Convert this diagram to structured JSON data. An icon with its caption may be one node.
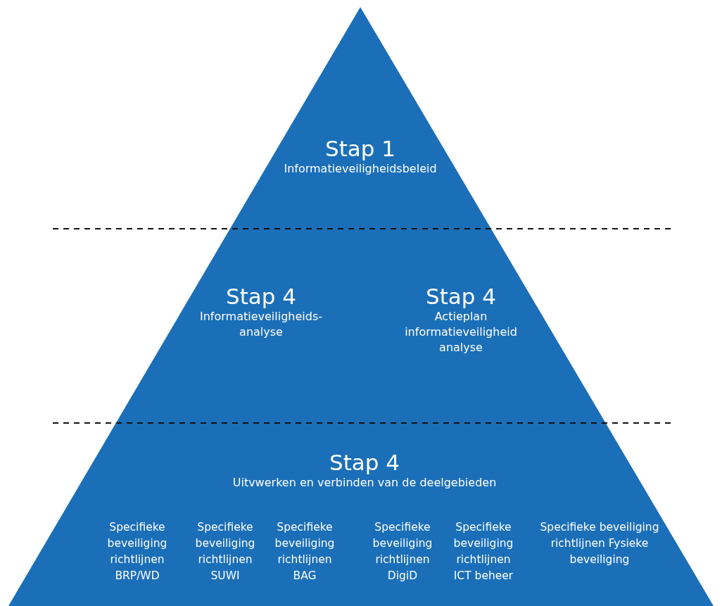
{
  "diagram": {
    "nodes": [
      {
        "text": [],
        "shape": "triangle"
      },
      {
        "text": [
          "Stap 1",
          "Informatieveiligheidsbeleid"
        ],
        "in": 0
      },
      {
        "text": [
          "Stap 4",
          "Informatieveiligheids- analyse"
        ],
        "in": 0
      },
      {
        "text": [
          "Stap 4",
          "Actieplan informatieveiligheid analyse"
        ],
        "in": 0
      },
      {
        "text": [
          "Stap 4",
          "Uitvwerken en verbinden van de deelgebieden"
        ],
        "in": 0
      },
      {
        "text": [
          "Specifieke beveiliging richtlijnen BRP/WD"
        ],
        "in": 0
      },
      {
        "text": [
          "Specifieke beveiliging richtlijnen SUWI"
        ],
        "in": 0
      },
      {
        "text": [
          "Specifieke beveiliging richtlijnen BAG"
        ],
        "in": 0
      },
      {
        "text": [
          "Specifieke beveiliging richtlijnen DigiD"
        ],
        "in": 0
      },
      {
        "text": [
          "Specifieke beveiliging richtlijnen ICT beheer"
        ],
        "in": 0
      },
      {
        "text": [
          "Specifieke beveiliging richtlijnen Fysieke beveiliging"
        ],
        "in": 0
      }
    ],
    "edges": []
  }
}
